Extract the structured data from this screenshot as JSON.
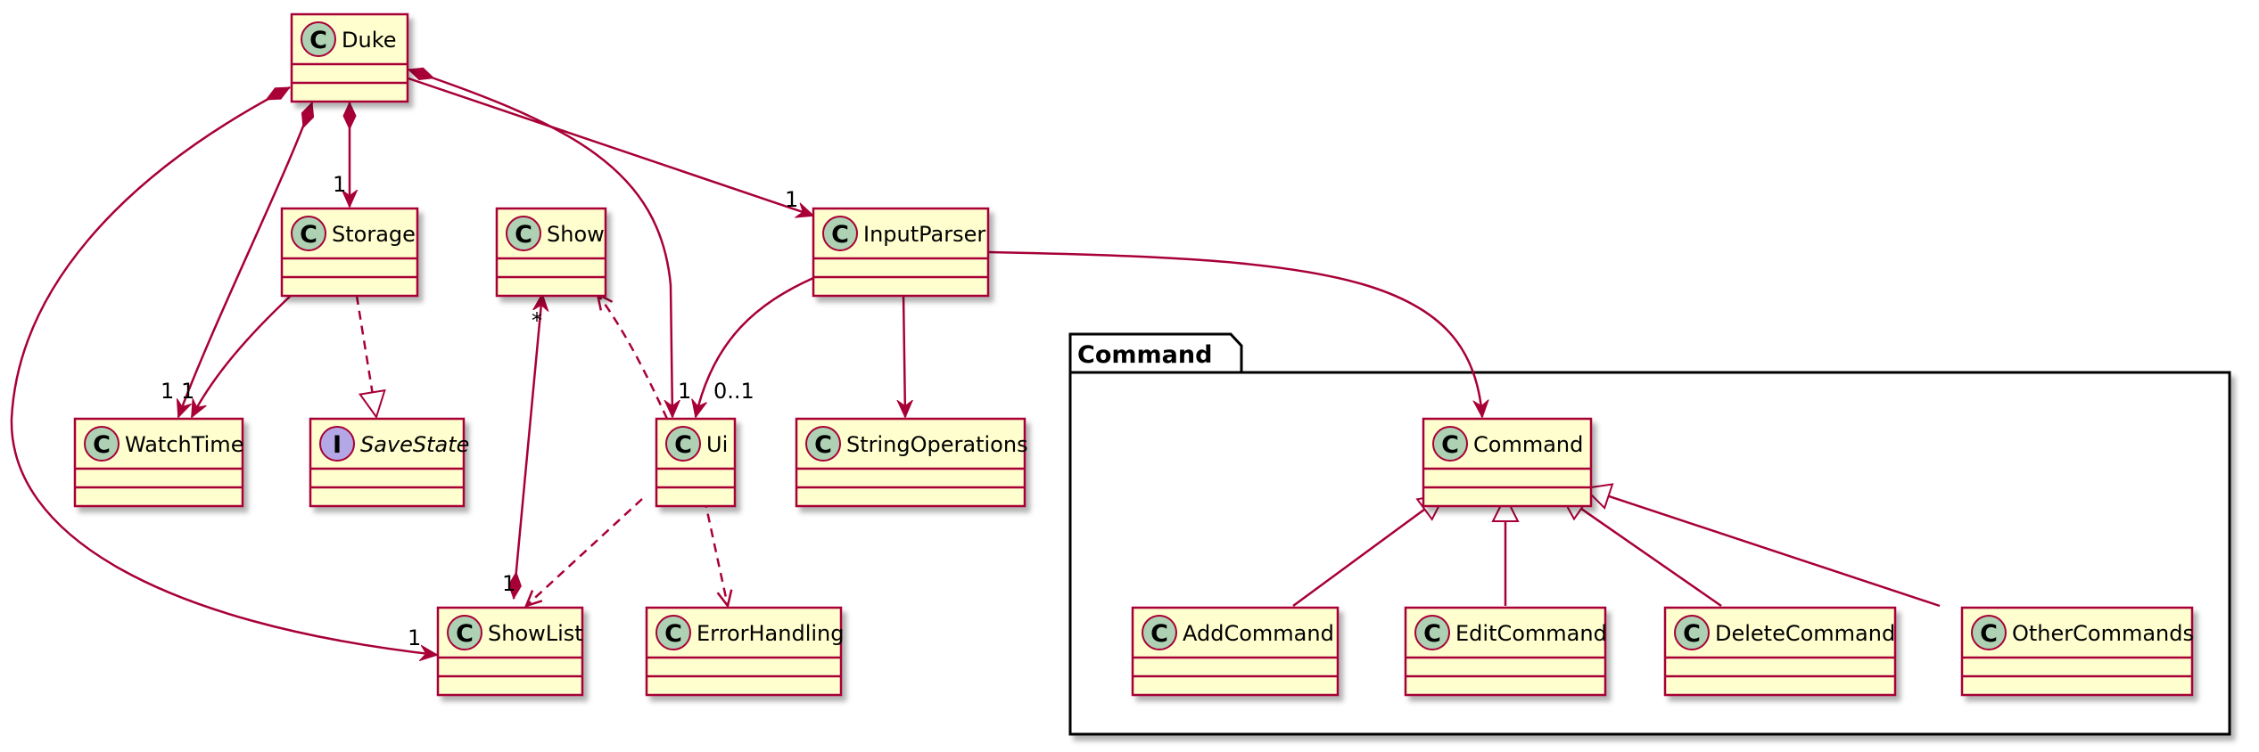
{
  "diagram": {
    "package": {
      "name": "Command"
    },
    "classes": [
      {
        "id": "Duke",
        "name": "Duke",
        "stereotype": "C"
      },
      {
        "id": "Storage",
        "name": "Storage",
        "stereotype": "C"
      },
      {
        "id": "Show",
        "name": "Show",
        "stereotype": "C"
      },
      {
        "id": "InputParser",
        "name": "InputParser",
        "stereotype": "C"
      },
      {
        "id": "WatchTime",
        "name": "WatchTime",
        "stereotype": "C"
      },
      {
        "id": "SaveState",
        "name": "SaveState",
        "stereotype": "I"
      },
      {
        "id": "Ui",
        "name": "Ui",
        "stereotype": "C"
      },
      {
        "id": "StringOperations",
        "name": "StringOperations",
        "stereotype": "C"
      },
      {
        "id": "ShowList",
        "name": "ShowList",
        "stereotype": "C"
      },
      {
        "id": "ErrorHandling",
        "name": "ErrorHandling",
        "stereotype": "C"
      },
      {
        "id": "Command",
        "name": "Command",
        "stereotype": "C"
      },
      {
        "id": "AddCommand",
        "name": "AddCommand",
        "stereotype": "C"
      },
      {
        "id": "EditCommand",
        "name": "EditCommand",
        "stereotype": "C"
      },
      {
        "id": "DeleteCommand",
        "name": "DeleteCommand",
        "stereotype": "C"
      },
      {
        "id": "OtherCommands",
        "name": "OtherCommands",
        "stereotype": "C"
      }
    ],
    "relations": [
      {
        "from": "Duke",
        "to": "Storage",
        "type": "composition",
        "target_multiplicity": "1"
      },
      {
        "from": "Duke",
        "to": "WatchTime",
        "type": "composition",
        "target_multiplicity": "1"
      },
      {
        "from": "Duke",
        "to": "ShowList",
        "type": "composition",
        "target_multiplicity": "1"
      },
      {
        "from": "Duke",
        "to": "Ui",
        "type": "composition",
        "target_multiplicity": "1"
      },
      {
        "from": "Duke",
        "to": "InputParser",
        "type": "association",
        "target_multiplicity": "1"
      },
      {
        "from": "Storage",
        "to": "WatchTime",
        "type": "association",
        "target_multiplicity": "1"
      },
      {
        "from": "Storage",
        "to": "SaveState",
        "type": "realization"
      },
      {
        "from": "Ui",
        "to": "Show",
        "type": "dependency"
      },
      {
        "from": "ShowList",
        "to": "Show",
        "type": "composition",
        "source_multiplicity": "1",
        "target_multiplicity": "*"
      },
      {
        "from": "InputParser",
        "to": "Ui",
        "type": "association",
        "target_multiplicity": "0..1"
      },
      {
        "from": "InputParser",
        "to": "StringOperations",
        "type": "association"
      },
      {
        "from": "InputParser",
        "to": "Command",
        "type": "association"
      },
      {
        "from": "Ui",
        "to": "ShowList",
        "type": "dependency"
      },
      {
        "from": "Ui",
        "to": "ErrorHandling",
        "type": "dependency"
      },
      {
        "from": "AddCommand",
        "to": "Command",
        "type": "generalization"
      },
      {
        "from": "EditCommand",
        "to": "Command",
        "type": "generalization"
      },
      {
        "from": "DeleteCommand",
        "to": "Command",
        "type": "generalization"
      },
      {
        "from": "OtherCommands",
        "to": "Command",
        "type": "generalization"
      }
    ]
  }
}
